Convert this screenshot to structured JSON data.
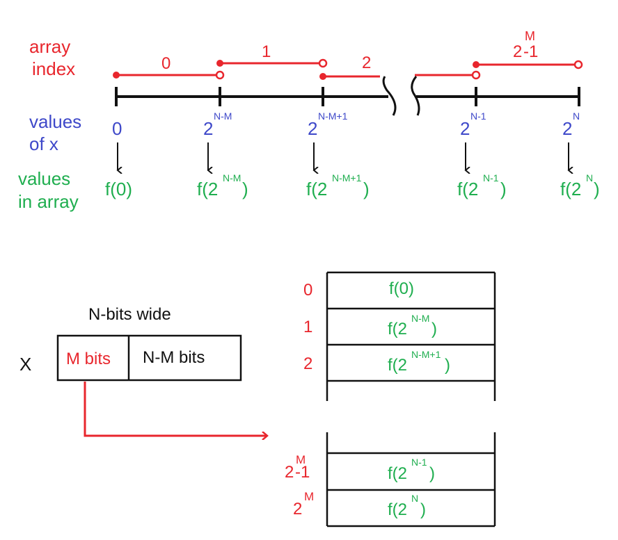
{
  "number_line": {
    "row_labels": {
      "array_index": [
        "array",
        "index"
      ],
      "values_of_x": [
        "values",
        "of x"
      ],
      "values_in_array": [
        "values",
        "in array"
      ]
    },
    "index_labels": [
      "0",
      "1",
      "2",
      "2",
      "M",
      "-1"
    ],
    "x_values": [
      {
        "base": "0",
        "exp": ""
      },
      {
        "base": "2",
        "exp": "N-M"
      },
      {
        "base": "2",
        "exp": "N-M+1"
      },
      {
        "base": "2",
        "exp": "N-1"
      },
      {
        "base": "2",
        "exp": "N"
      }
    ],
    "array_values": [
      {
        "pre": "f(0)",
        "exp": "",
        "post": ""
      },
      {
        "pre": "f(2",
        "exp": "N-M",
        "post": ")"
      },
      {
        "pre": "f(2",
        "exp": "N-M+1",
        "post": ")"
      },
      {
        "pre": "f(2",
        "exp": "N-1",
        "post": ")"
      },
      {
        "pre": "f(2",
        "exp": "N",
        "post": ")"
      }
    ]
  },
  "register": {
    "variable": "X",
    "width_label": "N-bits wide",
    "fields": [
      "M bits",
      "N-M bits"
    ]
  },
  "table": {
    "rows": [
      {
        "idx_base": "0",
        "idx_exp": "",
        "idx_post": "",
        "pre": "f(0)",
        "exp": "",
        "post": ""
      },
      {
        "idx_base": "1",
        "idx_exp": "",
        "idx_post": "",
        "pre": "f(2",
        "exp": "N-M",
        "post": ")"
      },
      {
        "idx_base": "2",
        "idx_exp": "",
        "idx_post": "",
        "pre": "f(2",
        "exp": "N-M+1",
        "post": ")"
      },
      {
        "idx_base": "2",
        "idx_exp": "M",
        "idx_post": "-1",
        "pre": "f(2",
        "exp": "N-1",
        "post": ")"
      },
      {
        "idx_base": "2",
        "idx_exp": "M",
        "idx_post": "",
        "pre": "f(2",
        "exp": "N",
        "post": ")"
      }
    ]
  },
  "colors": {
    "index": "#e8262d",
    "x_values": "#3e48c9",
    "array_values": "#1fae4f",
    "axis": "#111111"
  }
}
